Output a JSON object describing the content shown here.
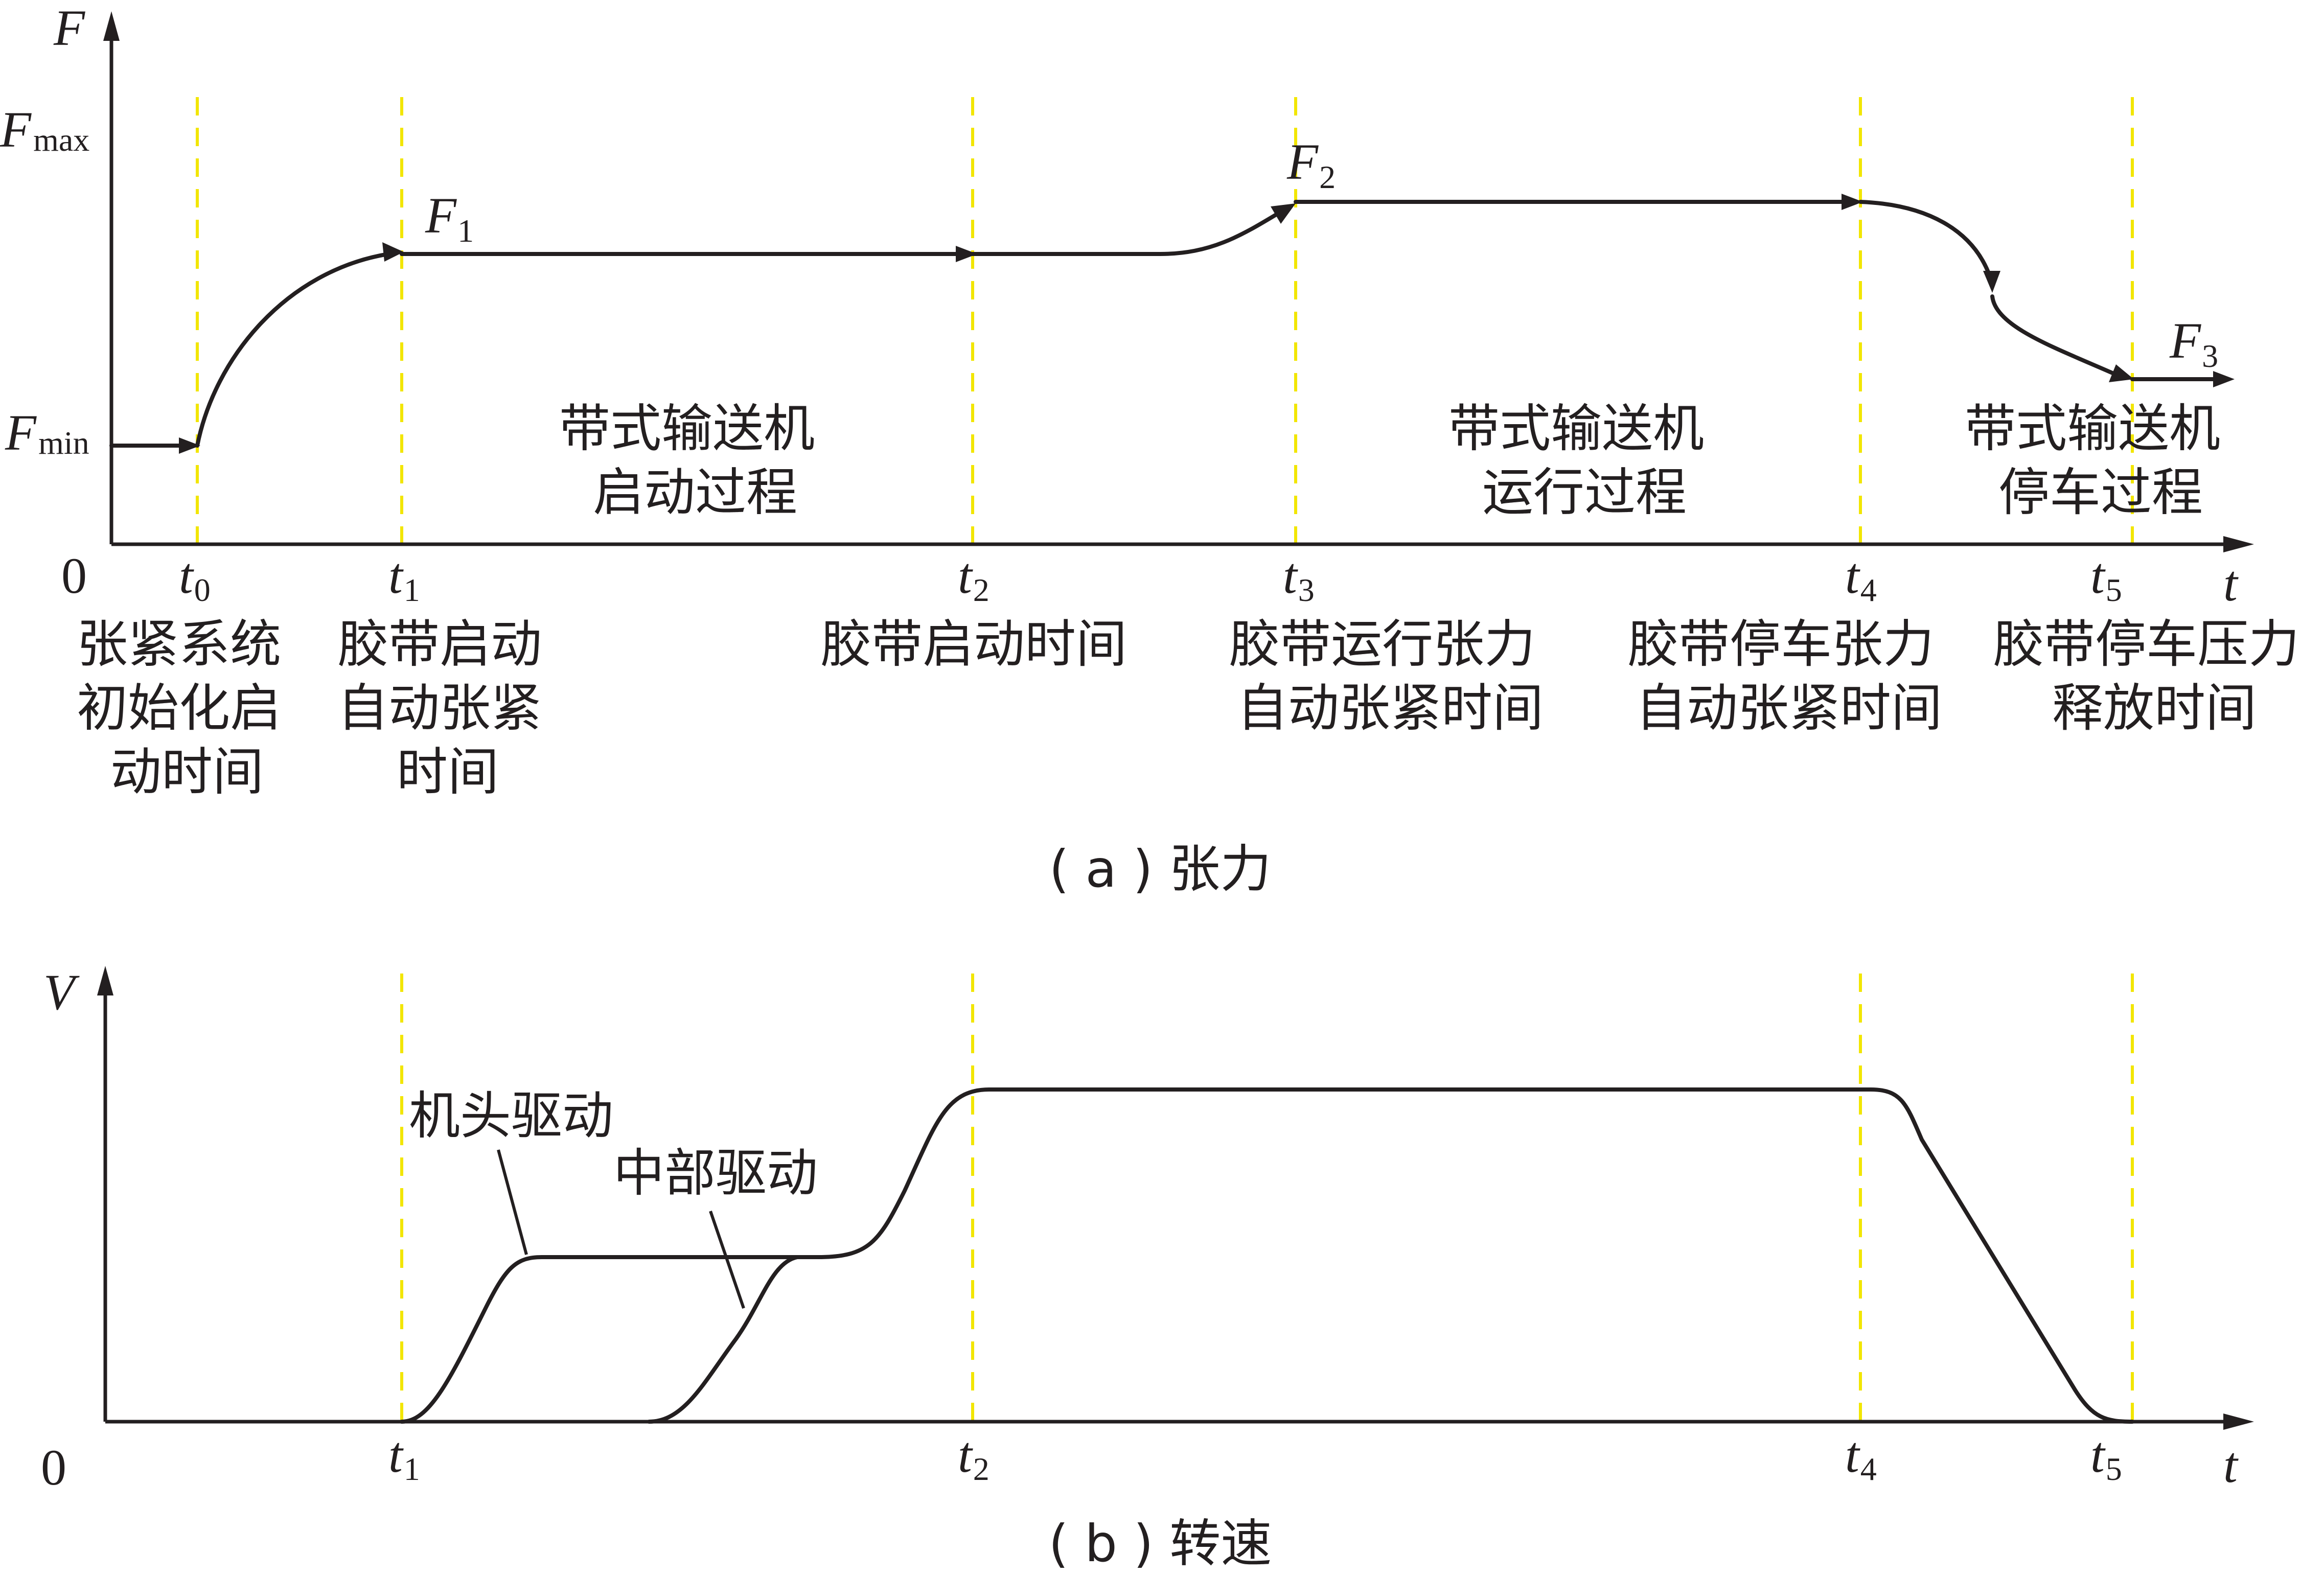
{
  "panel_a": {
    "y_axis": {
      "symbol": "F"
    },
    "x_axis": {
      "symbol": "t"
    },
    "origin": "0",
    "levels": [
      {
        "symbol": "F",
        "subscript": "max"
      },
      {
        "symbol": "F",
        "subscript": "min"
      }
    ],
    "point_labels": [
      {
        "symbol": "F",
        "subscript": "1"
      },
      {
        "symbol": "F",
        "subscript": "2"
      },
      {
        "symbol": "F",
        "subscript": "3"
      }
    ],
    "time_marks": [
      {
        "symbol": "t",
        "subscript": "0"
      },
      {
        "symbol": "t",
        "subscript": "1"
      },
      {
        "symbol": "t",
        "subscript": "2"
      },
      {
        "symbol": "t",
        "subscript": "3"
      },
      {
        "symbol": "t",
        "subscript": "4"
      },
      {
        "symbol": "t",
        "subscript": "5"
      }
    ],
    "phases": [
      {
        "lines": [
          "带式输送机",
          "启动过程"
        ]
      },
      {
        "lines": [
          "带式输送机",
          "运行过程"
        ]
      },
      {
        "lines": [
          "带式输送机",
          "停车过程"
        ]
      }
    ],
    "interval_notes": [
      {
        "lines": [
          "张紧系统",
          "初始化启",
          "动时间"
        ]
      },
      {
        "lines": [
          "胶带启动",
          "自动张紧",
          "时间"
        ]
      },
      {
        "lines": [
          "胶带启动时间"
        ]
      },
      {
        "lines": [
          "胶带运行张力",
          "自动张紧时间"
        ]
      },
      {
        "lines": [
          "胶带停车张力",
          "自动张紧时间"
        ]
      },
      {
        "lines": [
          "胶带停车压力",
          "释放时间"
        ]
      }
    ],
    "caption": "( a ) 张力"
  },
  "panel_b": {
    "y_axis": {
      "symbol": "V"
    },
    "x_axis": {
      "symbol": "t"
    },
    "origin": "0",
    "time_marks": [
      {
        "symbol": "t",
        "subscript": "1"
      },
      {
        "symbol": "t",
        "subscript": "2"
      },
      {
        "symbol": "t",
        "subscript": "4"
      },
      {
        "symbol": "t",
        "subscript": "5"
      }
    ],
    "curve_labels": [
      "机头驱动",
      "中部驱动"
    ],
    "caption": "( b ) 转速"
  }
}
